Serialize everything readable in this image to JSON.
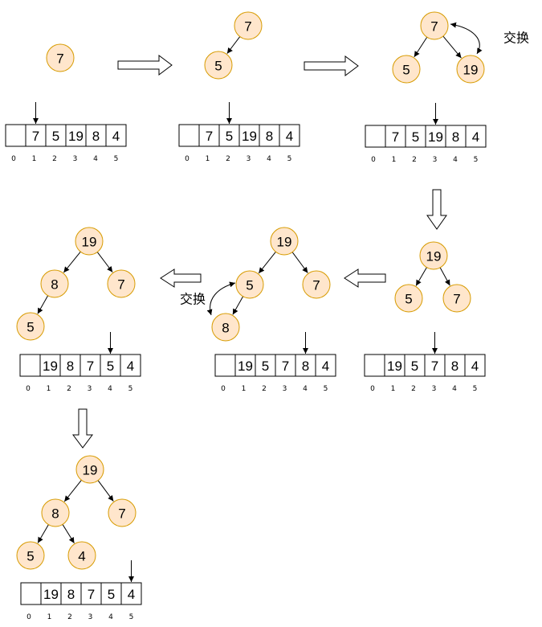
{
  "colors": {
    "node_fill": "#ffe6cc",
    "node_stroke": "#d79b00",
    "line": "#000000"
  },
  "indices": [
    "0",
    "1",
    "2",
    "3",
    "4",
    "5"
  ],
  "panels": [
    {
      "nodes": [
        "7"
      ],
      "edges": [],
      "array": [
        "",
        "7",
        "5",
        "19",
        "8",
        "4"
      ],
      "pointer_index": 1
    },
    {
      "nodes": [
        "7",
        "5"
      ],
      "edges": [
        [
          0,
          1
        ]
      ],
      "array": [
        "",
        "7",
        "5",
        "19",
        "8",
        "4"
      ],
      "pointer_index": 2
    },
    {
      "nodes": [
        "7",
        "5",
        "19"
      ],
      "edges": [
        [
          0,
          1
        ],
        [
          0,
          2
        ]
      ],
      "array": [
        "",
        "7",
        "5",
        "19",
        "8",
        "4"
      ],
      "pointer_index": 3,
      "swap_label": "交换"
    },
    {
      "nodes": [
        "19",
        "5",
        "7"
      ],
      "edges": [
        [
          0,
          1
        ],
        [
          0,
          2
        ]
      ],
      "array": [
        "",
        "19",
        "5",
        "7",
        "8",
        "4"
      ],
      "pointer_index": 3
    },
    {
      "nodes": [
        "19",
        "5",
        "7",
        "8"
      ],
      "edges": [
        [
          0,
          1
        ],
        [
          0,
          2
        ],
        [
          1,
          3
        ]
      ],
      "array": [
        "",
        "19",
        "5",
        "7",
        "8",
        "4"
      ],
      "pointer_index": 4,
      "swap_label": "交换"
    },
    {
      "nodes": [
        "19",
        "8",
        "7",
        "5"
      ],
      "edges": [
        [
          0,
          1
        ],
        [
          0,
          2
        ],
        [
          1,
          3
        ]
      ],
      "array": [
        "",
        "19",
        "8",
        "7",
        "5",
        "4"
      ],
      "pointer_index": 4
    },
    {
      "nodes": [
        "19",
        "8",
        "7",
        "5",
        "4"
      ],
      "edges": [
        [
          0,
          1
        ],
        [
          0,
          2
        ],
        [
          1,
          3
        ],
        [
          1,
          4
        ]
      ],
      "array": [
        "",
        "19",
        "8",
        "7",
        "5",
        "4"
      ],
      "pointer_index": 5
    }
  ]
}
